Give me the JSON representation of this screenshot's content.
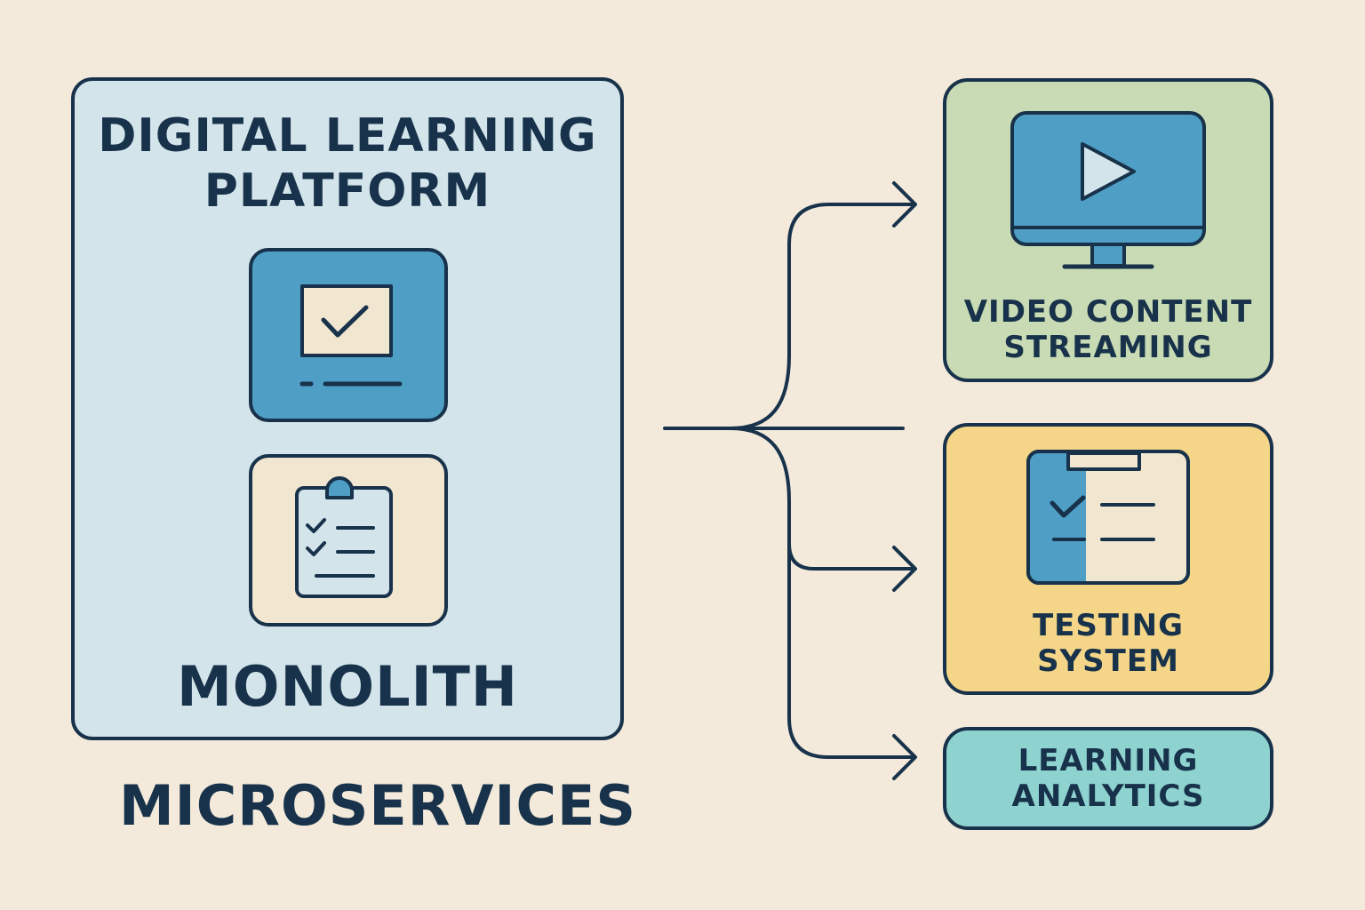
{
  "monolith": {
    "title_line1": "DIGITAL LEARNING",
    "title_line2": "PLATFORM",
    "label": "MONOLITH"
  },
  "architecture_label": "MICROSERVICES",
  "services": [
    {
      "line1": "VIDEO CONTENT",
      "line2": "STREAMING",
      "icon": "monitor-play-icon"
    },
    {
      "line1": "TESTING",
      "line2": "SYSTEM",
      "icon": "test-form-icon"
    },
    {
      "line1": "LEARNING",
      "line2": "ANALYTICS"
    }
  ],
  "monolith_icons": [
    "screen-checkmark-icon",
    "clipboard-checklist-icon"
  ],
  "colors": {
    "background": "#f3eadb",
    "outline": "#17324a",
    "monolith_fill": "#d3e4ea",
    "accent_blue": "#4f9ec6",
    "video_fill": "#c9dbb4",
    "testing_fill": "#f5d688",
    "analytics_fill": "#8fd3d0"
  }
}
